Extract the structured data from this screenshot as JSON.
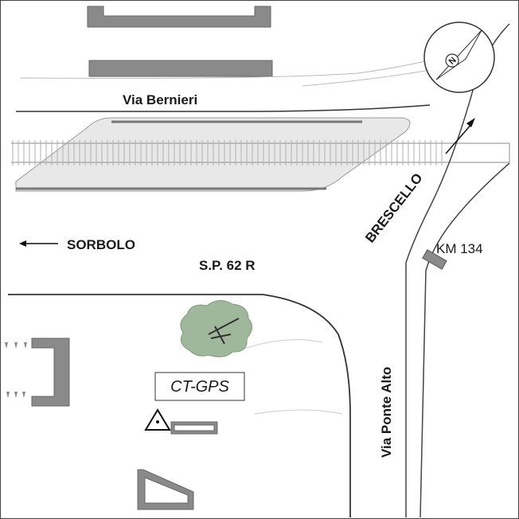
{
  "map": {
    "labels": {
      "via_bernieri": "Via Bernieri",
      "sorbolo": "SORBOLO",
      "sp62r": "S.P. 62 R",
      "brescello": "BRESCELLO",
      "km134": "KM 134",
      "via_ponte_alto": "Via Ponte Alto",
      "station": "CT-GPS"
    },
    "compass": {
      "letter": "N"
    },
    "colors": {
      "building": "#8a8a8a",
      "platform": "#e8e8e8",
      "road_line": "#333333",
      "tree": "#9fb89b",
      "rail": "#b0b0b0"
    }
  }
}
